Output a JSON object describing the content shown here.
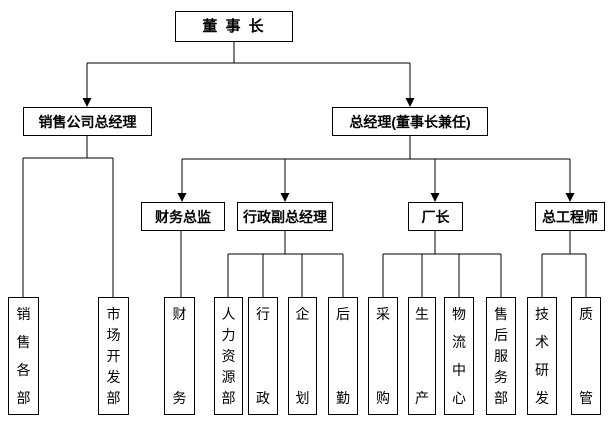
{
  "diagram": {
    "type": "org-chart",
    "colors": {
      "line": "#000000",
      "box_border": "#000000",
      "background": "#ffffff",
      "text": "#000000"
    },
    "nodes": {
      "chairman": {
        "label": "董 事 长"
      },
      "sales_gm": {
        "label": "销售公司总经理"
      },
      "gm": {
        "label": "总经理(董事长兼任)"
      },
      "cfo": {
        "label": "财务总监"
      },
      "admin_dgm": {
        "label": "行政副总经理"
      },
      "factory_director": {
        "label": "厂长"
      },
      "chief_engineer": {
        "label": "总工程师"
      },
      "sales_depts": {
        "label": "销售各部"
      },
      "market_dev": {
        "label": "市场开发部"
      },
      "finance": {
        "label": "财务"
      },
      "hr": {
        "label": "人力资源部"
      },
      "admin": {
        "label": "行政"
      },
      "planning": {
        "label": "企划"
      },
      "logistics_support": {
        "label": "后勤"
      },
      "purchasing": {
        "label": "采购"
      },
      "production": {
        "label": "生产"
      },
      "logistics_center": {
        "label": "物流中心"
      },
      "after_sales": {
        "label": "售后服务部"
      },
      "tech_rd": {
        "label": "技术研发"
      },
      "quality": {
        "label": "质管"
      }
    },
    "hierarchy": {
      "chairman": [
        "sales_gm",
        "gm"
      ],
      "sales_gm": [
        "sales_depts",
        "market_dev"
      ],
      "gm": [
        "cfo",
        "admin_dgm",
        "factory_director",
        "chief_engineer"
      ],
      "cfo": [
        "finance"
      ],
      "admin_dgm": [
        "hr",
        "admin",
        "planning",
        "logistics_support"
      ],
      "factory_director": [
        "purchasing",
        "production",
        "logistics_center",
        "after_sales"
      ],
      "chief_engineer": [
        "tech_rd",
        "quality"
      ]
    }
  }
}
